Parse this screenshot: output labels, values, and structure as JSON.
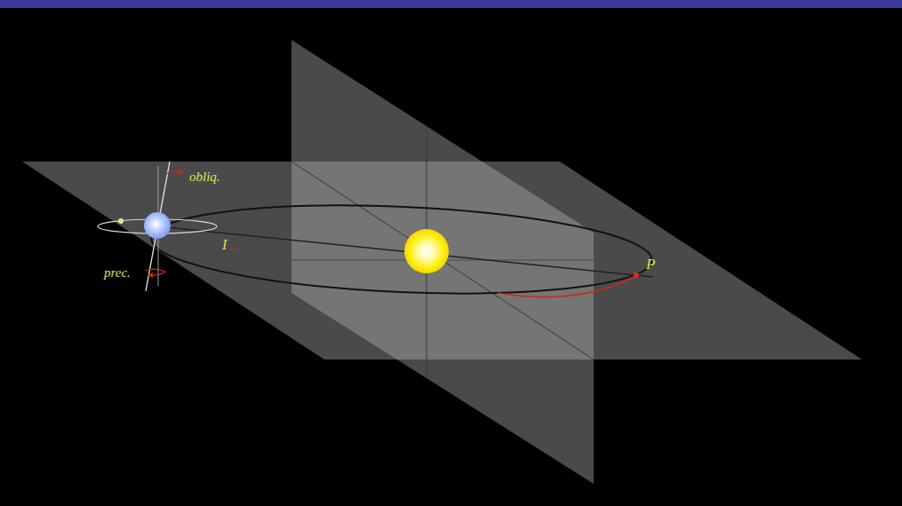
{
  "diagram": {
    "labels": [
      "obliq.",
      "prec.",
      "I",
      "P"
    ]
  }
}
